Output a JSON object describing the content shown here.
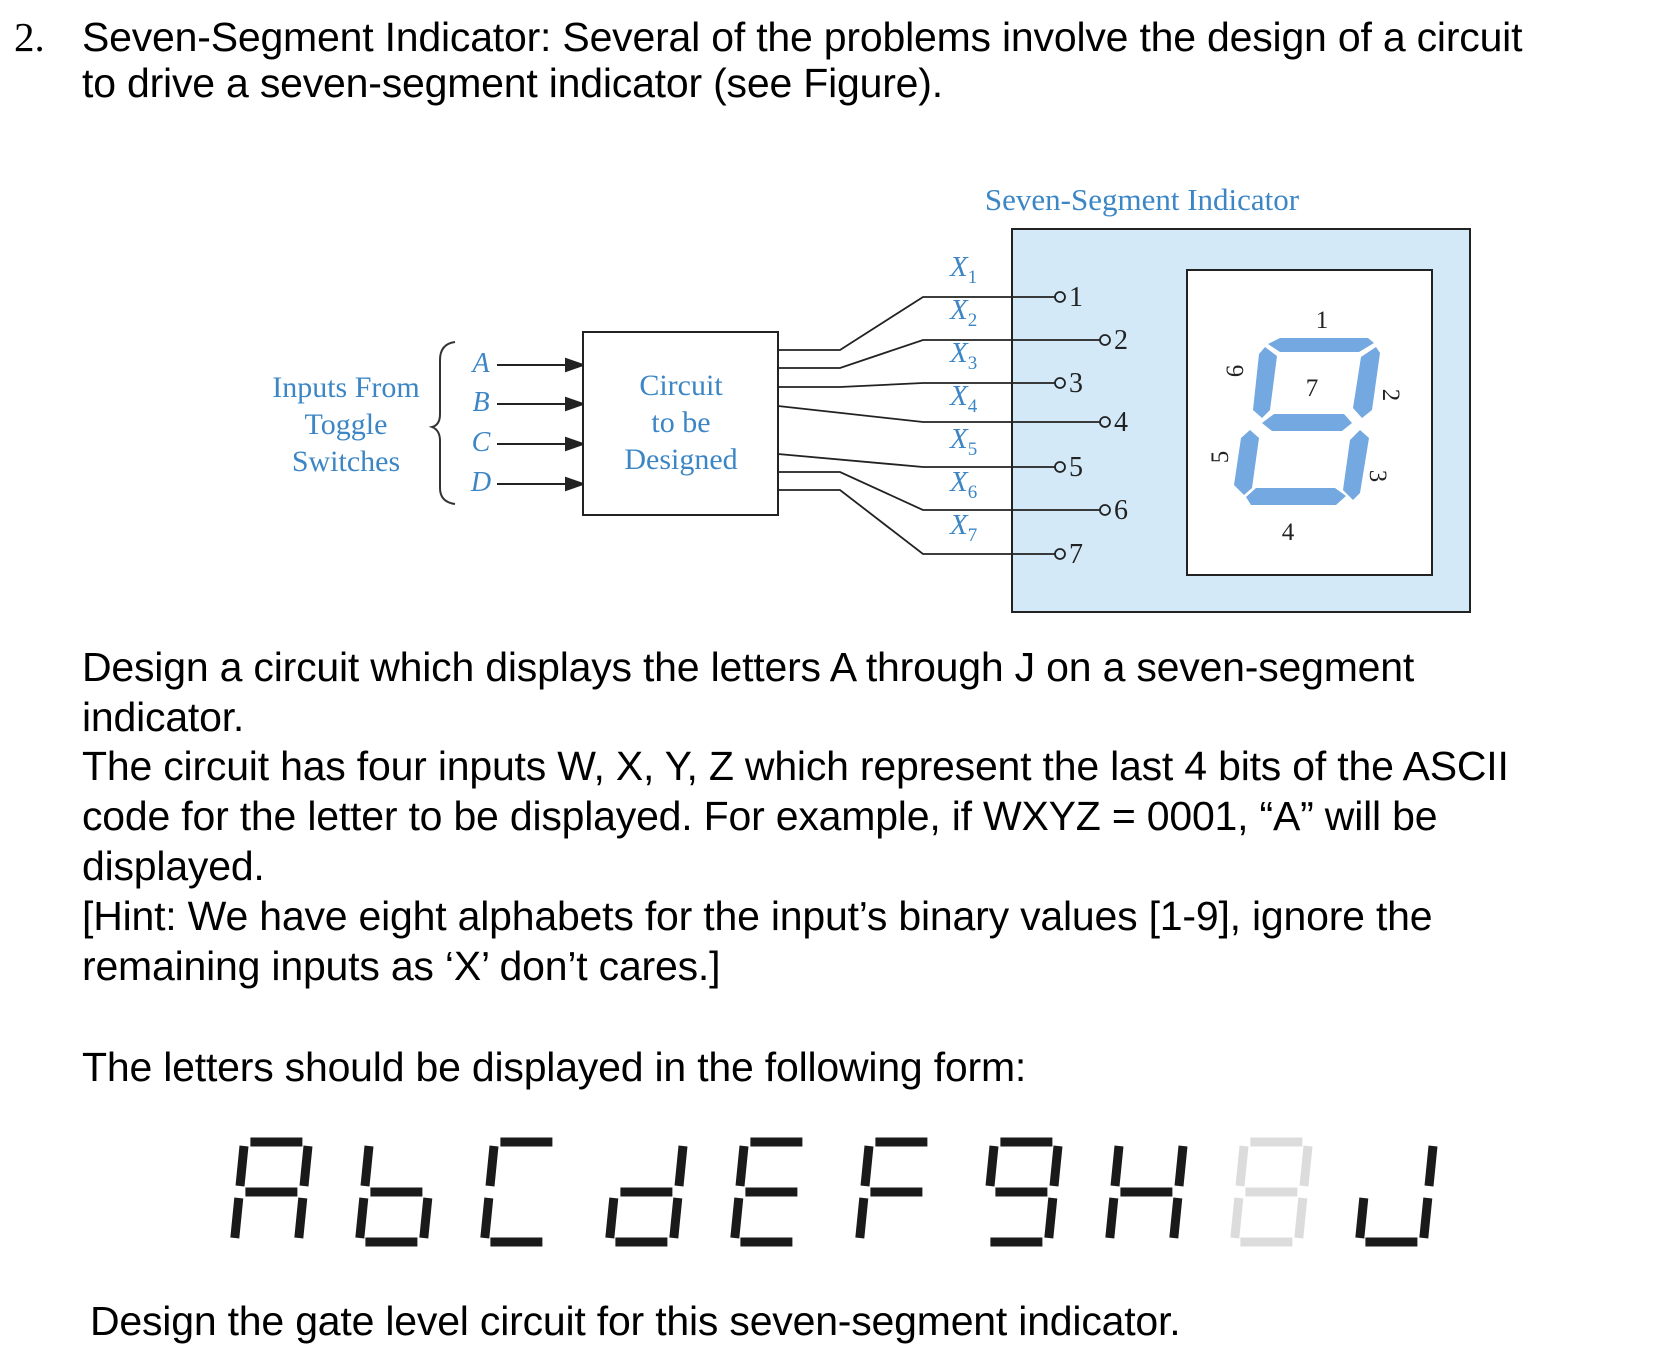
{
  "question": {
    "number": "2.",
    "line1": "Seven-Segment Indicator: Several of the problems involve the design of a circuit",
    "line2": "to drive a seven-segment indicator (see Figure)."
  },
  "figure": {
    "indicator_title": "Seven-Segment Indicator",
    "inputs_label": [
      "Inputs From",
      "Toggle",
      "Switches"
    ],
    "inputs": [
      "A",
      "B",
      "C",
      "D"
    ],
    "circuit_label": [
      "Circuit",
      "to be",
      "Designed"
    ],
    "outputs": [
      "X",
      "X",
      "X",
      "X",
      "X",
      "X",
      "X"
    ],
    "output_subscripts": [
      "1",
      "2",
      "3",
      "4",
      "5",
      "6",
      "7"
    ],
    "pins": [
      "1",
      "2",
      "3",
      "4",
      "5",
      "6",
      "7"
    ],
    "segment_numbers": [
      "1",
      "2",
      "3",
      "4",
      "5",
      "6",
      "7"
    ],
    "colors": {
      "accent": "#3c86c6",
      "panel": "#d3e9f8",
      "segment": "#74a8e0"
    }
  },
  "body": {
    "p1_line1": "Design a circuit which displays the letters A through J on a seven-segment",
    "p1_line2": "indicator.",
    "p2_line1": "The circuit has four inputs W, X, Y, Z which represent the last 4 bits of the ASCII",
    "p2_line2": "code for the letter to be displayed. For example, if WXYZ = 0001, “A” will be",
    "p2_line3": "displayed.",
    "p3_line1": "[Hint: We have eight alphabets for the input’s binary values [1-9], ignore the",
    "p3_line2": "remaining inputs as ‘X’ don’t cares.]",
    "p4": "The letters should be displayed in the following form:",
    "p5": "Design the gate level circuit for this seven-segment indicator."
  },
  "letters": [
    {
      "letter": "A",
      "segments": [
        1,
        2,
        3,
        5,
        6,
        7
      ],
      "blank": false
    },
    {
      "letter": "b",
      "segments": [
        3,
        4,
        5,
        6,
        7
      ],
      "blank": false
    },
    {
      "letter": "C",
      "segments": [
        1,
        4,
        5,
        6
      ],
      "blank": false
    },
    {
      "letter": "d",
      "segments": [
        2,
        3,
        4,
        5,
        7
      ],
      "blank": false
    },
    {
      "letter": "E",
      "segments": [
        1,
        4,
        5,
        6,
        7
      ],
      "blank": false
    },
    {
      "letter": "F",
      "segments": [
        1,
        5,
        6,
        7
      ],
      "blank": false
    },
    {
      "letter": "g",
      "segments": [
        1,
        2,
        3,
        4,
        6,
        7
      ],
      "blank": false
    },
    {
      "letter": "H",
      "segments": [
        2,
        3,
        5,
        6,
        7
      ],
      "blank": false
    },
    {
      "letter": "I",
      "segments": [],
      "blank": true
    },
    {
      "letter": "J",
      "segments": [
        2,
        3,
        4,
        5
      ],
      "blank": false
    }
  ]
}
